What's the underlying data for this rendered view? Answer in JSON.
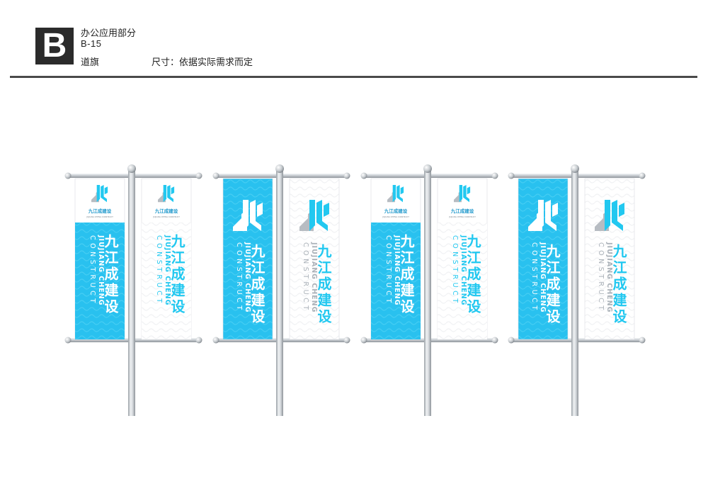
{
  "header": {
    "badge": "B",
    "section_title": "办公应用部分",
    "code": "B-15",
    "item_name": "道旗",
    "size_note": "尺寸：依据实际需求而定"
  },
  "brand": {
    "cn": "九江成建设",
    "en_line1": "JIUJIANG CHENG",
    "en_line2": "CONSTRUCT",
    "small_cn": "九江成建设",
    "small_en": "JIUJIANG CHENG CONSTRUCT"
  },
  "colors": {
    "cyan": "#29c1ef",
    "cyan_dark": "#1fb2e3",
    "cyan_text": "#22c8f0",
    "grey_logo": "#b7bcc2",
    "pole": "#c9cdd1"
  },
  "groups": [
    {
      "left": {
        "style": "top-logo-cyan"
      },
      "right": {
        "style": "top-logo-white"
      }
    },
    {
      "left": {
        "style": "big-logo-cyan"
      },
      "right": {
        "style": "big-logo-white"
      }
    },
    {
      "left": {
        "style": "top-logo-cyan"
      },
      "right": {
        "style": "top-logo-white"
      }
    },
    {
      "left": {
        "style": "big-logo-cyan"
      },
      "right": {
        "style": "big-logo-white"
      }
    }
  ]
}
